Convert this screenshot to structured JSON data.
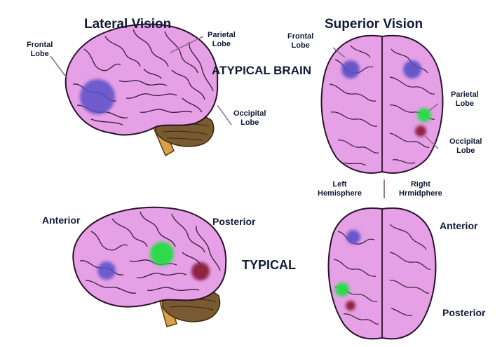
{
  "headings": {
    "lateral": "Lateral Vision",
    "superior": "Superior Vision",
    "atypical": "ATYPICAL BRAIN",
    "typical": "TYPICAL"
  },
  "labels": {
    "frontal_lobe_1": "Frontal",
    "frontal_lobe_2": "Lobe",
    "parietal_lobe_1": "Parietal",
    "parietal_lobe_2": "Lobe",
    "occipital_lobe_1": "Occipital",
    "occipital_lobe_2": "Lobe",
    "sup_frontal_1": "Frontal",
    "sup_frontal_2": "Lobe",
    "sup_parietal_1": "Parietal",
    "sup_parietal_2": "Lobe",
    "sup_occipital_1": "Occipital",
    "sup_occipital_2": "Lobe",
    "left_hemi_1": "Left",
    "left_hemi_2": "Hemisphere",
    "right_hemi_1": "Right",
    "right_hemi_2": "Hrmidphere",
    "anterior_left": "Anterior",
    "posterior_left": "Posterior",
    "anterior_right": "Anterior",
    "posterior_right": "Posterior"
  },
  "colors": {
    "brain": "#e6a0e6",
    "brain_outline": "#3a1c3a",
    "frontal_spot": "#5a4fc8",
    "parietal_spot": "#22dd44",
    "occipital_spot": "#8a1c3c",
    "cerebellum": "#7a5a30",
    "brainstem": "#d9a04a"
  },
  "icons": [
    "brain-lateral",
    "brain-superior"
  ]
}
